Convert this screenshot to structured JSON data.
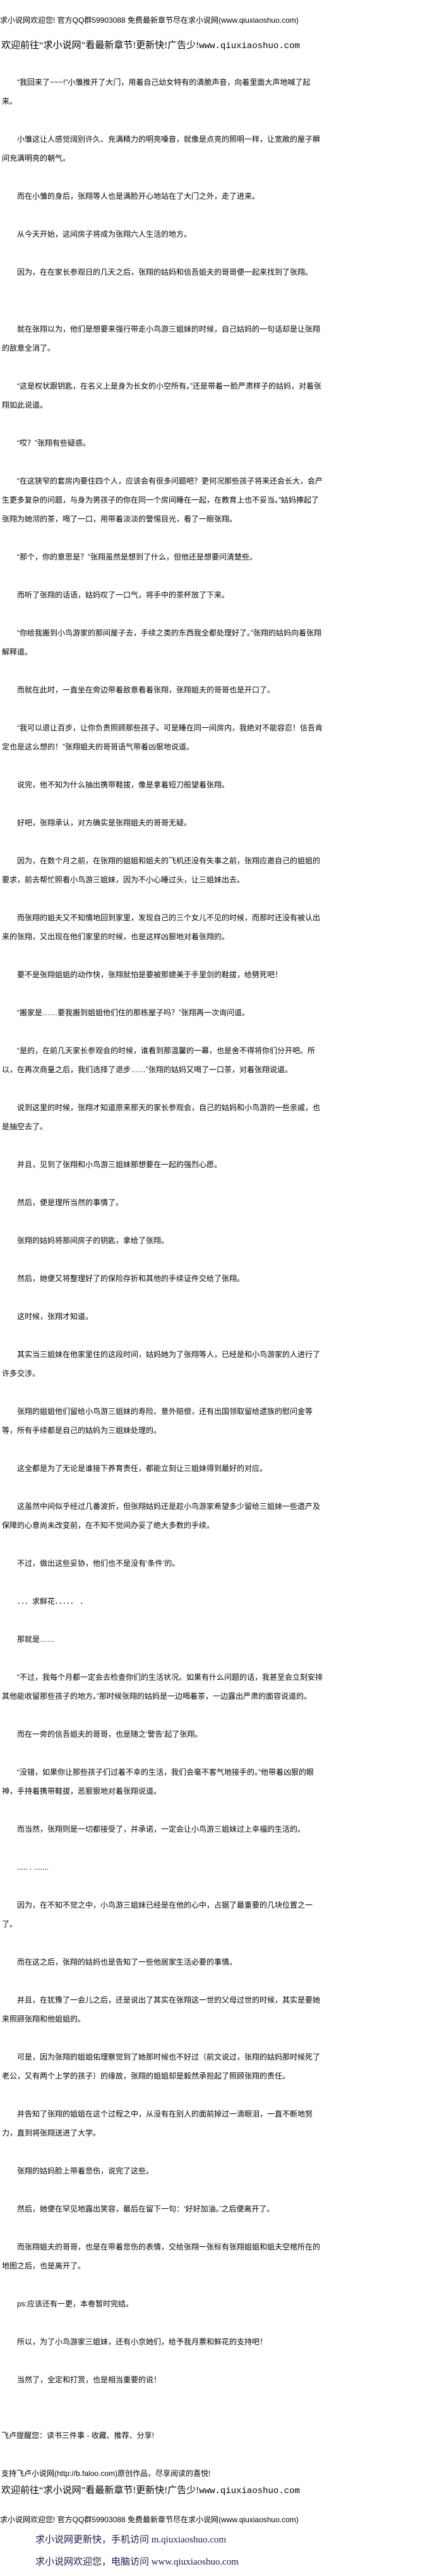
{
  "header": {
    "notice": "求小说网欢迎您! 官方QQ群59903088 免费最新章节尽在求小说网(www.qiuxiaoshuo.com)",
    "banner_text": "欢迎前往“求小说网”看最新章节!更新快!广告少!",
    "banner_url": "www.qiuxiaoshuo.com"
  },
  "paragraphs": [
    "“我回来了~~~!”小雏推开了大门，用着自己幼女特有的清脆声音，向着里面大声地喊了起来。",
    "小雏这让人感觉阔别许久、充满精力的明亮嗓音，就像是点亮的照明一样，让宽敞的屋子瞬间充满明亮的朝气。",
    "而在小雏的身后，张翔等人也是满脸开心地站在了大门之外，走了进来。",
    "从今天开始，这间房子将成为张翔六人生活的地方。",
    "因为，在在家长参观日的几天之后，张翔的姑妈和信吾姐夫的哥哥便一起来找到了张翔。",
    "就在张翔以为，他们是想要来强行带走小鸟游三姐妹的时候，自己姑妈的一句话却是让张翔的敌意全消了。",
    "“这是权状跟钥匙，在名义上是身为长女的小空所有。”还是带着一脸严肃样子的姑妈，对着张翔如此说道。",
    "“哎？”张翔有些疑惑。",
    "“在这狭窄的套房内要住四个人，应该会有很多问题吧？更何况那些孩子将来还会长大，会产生更多复杂的问题，与身为男孩子的你在同一个房间睡在一起，在教育上也不妥当。”姑妈捧起了张翔为她沏的茶，喝了一口，用带着淡淡的警惕目光，看了一眼张翔。",
    "“那个，你的意思是？”张翔虽然是想到了什么，但他还是想要问清楚些。",
    "而听了张翔的话语，姑妈叹了一口气，将手中的茶杯放了下来。",
    "“你给我搬到小鸟游家的那间屋子去，手续之类的东西我全都处理好了。”张翔的姑妈向着张翔解释道。",
    "而就在此时，一直坐在旁边带着敌意看着张翔，张翔姐夫的哥哥也是开口了。",
    "“我可以退让百步，让你负责照顾那些孩子。可是睡在同一间房内，我绝对不能容忍！信吾肯定也是这么想的！”张翔姐夫的哥哥语气带着凶狠地说道。",
    "说完，他不知为什么抽出携带鞋拔，像是拿着短刀般望着张翔。",
    "好吧，张翔承认，对方确实是张翔姐夫的哥哥无疑。",
    "因为，在数个月之前，在张翔的姐姐和姐夫的飞机还没有失事之前，张翔应邀自己的姐姐的要求，前去帮忙照看小鸟游三姐妹，因为不小心睡过头，让三姐妹出去。",
    "而张翔的姐夫又不知情地回到家里，发现自己的三个女儿不见的时候，而那时还没有被认出来的张翔，又出现在他们家里的时候，也是这样凶狠地对着张翔的。",
    "要不是张翔姐姐的动作快，张翔就怕是要被那媲美于手里剑的鞋拔，给劈死吧！",
    "“搬家是……要我搬到姐姐他们住的那栋屋子吗？”张翔再一次询问道。",
    "“是的，在前几天家长参观会的时候，谁看到那温馨的一幕，也是舍不得将你们分开吧。所以，在再次商量之后，我们选择了退步……”张翔的姑妈又喝了一口茶，对着张翔说道。",
    "说到这里的时候，张翔才知道原来那天的家长参观会，自己的姑妈和小鸟游的一些亲戚，也是抽空去了。",
    "并且，见到了张翔和小鸟游三姐妹那想要在一起的强烈心愿。",
    "然后，便是理所当然的事情了。",
    "张翔的姑妈将那间房子的钥匙，拿给了张翔。",
    "然后，她便又将整理好了的保险存折和其他的手续证件交给了张翔。",
    "这时候，张翔才知道。",
    "其实当三姐妹在他家里住的这段时间，姑妈她为了张翔等人，已经是和小鸟游家的人进行了许多交涉。",
    "张翔的姐姐他们留给小鸟游三姐妹的寿险、意外赔偿，还有出国领取留给遗族的慰问金等等，所有手续都是自己的姑妈为三姐妹处理的。",
    "这全都是为了无论是谁接下养育责任，都能立刻让三姐妹得到最好的对应。",
    "这虽然中间似乎经过几番波折，但张翔姑妈还是趁小鸟游家希望多少留给三姐妹一些遗产及保障的心意尚未改变前，在不知不觉间办妥了绝大多数的手续。",
    "不过，做出这些妥协，他们也不是没有‘条件’的。",
    "．．．求鲜花．．．．． ．",
    "那就是……",
    "“不过，我每个月都一定会去检查你们的生活状况。如果有什么问题的话，我甚至会立刻安排其他能收留那些孩子的地方。”那时候张翔的姑妈是一边喝着茶，一边露出严肃的面容说道的。",
    "而在一旁的信吾姐夫的哥哥，也是随之‘警告’起了张翔。",
    "“没错，如果你让那些孩子们过着不幸的生活，我们会毫不客气地接手的。”他带着凶狠的眼神，手持着携带鞋拔，恶狠狠地对着张翔说道。",
    "而当然，张翔则是一切都接受了，并承诺，一定会让小鸟游三姐妹过上幸福的生活的。",
    "..... . .......",
    "因为，在不知不觉之中，小鸟游三姐妹已经是在他的心中，占据了最重要的几块位置之一了。",
    "而在这之后，张翔的姑妈也是告知了一些他居家生活必要的事情。",
    "并且，在犹豫了一会儿之后，还是说出了其实在张翔这一世的父母过世的时候，其实是要她来照顾张翔和他姐姐的。",
    "可是，因为张翔的姐姐佑理察觉到了她那时候也不好过（前文说过，张翔的姑妈那时候死了老公，又有两个上学的孩子）的缘故，张翔的姐姐却是毅然承担起了照顾张翔的责任。",
    "并告知了张翔的姐姐在这个过程之中，从没有在别人的面前掉过一滴眼泪，一直不断地努力，直到将张翔送进了大学。",
    "张翔的姑妈脸上带着悲伤，说完了这些。",
    "然后，她便在罕见地露出笑容，最后在留下一句：‘好好加油。’之后便离开了。",
    "而张翔姐夫的哥哥，也是在带着悲伤的表情，交给张翔一张标有张翔姐姐和姐夫空棺所在的地图之后，也是离开了。",
    "ps:应该还有一更，本卷暂时完结。",
    "所以，为了小鸟游家三姐妹，还有小京她们，给予我月票和鲜花的支持吧！",
    "当然了，全定和打赏，也是相当重要的说！"
  ],
  "footer": {
    "reminder": "飞卢提醒您：读书三件事 - 收藏、推荐、分享!",
    "support": "支持飞卢小说网(http://b.faloo.com)原创作品，尽享阅读的喜悦!",
    "banner_text": "欢迎前往“求小说网”看最新章节!更新快!广告少!",
    "banner_url": "www.qiuxiaoshuo.com",
    "notice": "求小说网欢迎您! 官方QQ群59903088 免费最新章节尽在求小说网(www.qiuxiaoshuo.com)",
    "mobile_text": "求小说网更新快，手机访问 ",
    "mobile_url": "m.qiuxiaoshuo.com",
    "desktop_text": "求小说网欢迎您，电脑访问 ",
    "desktop_url": "www.qiuxiaoshuo.com"
  },
  "colors": {
    "text": "#000000",
    "link_line": "#1c1c4a",
    "background": "#ffffff"
  }
}
